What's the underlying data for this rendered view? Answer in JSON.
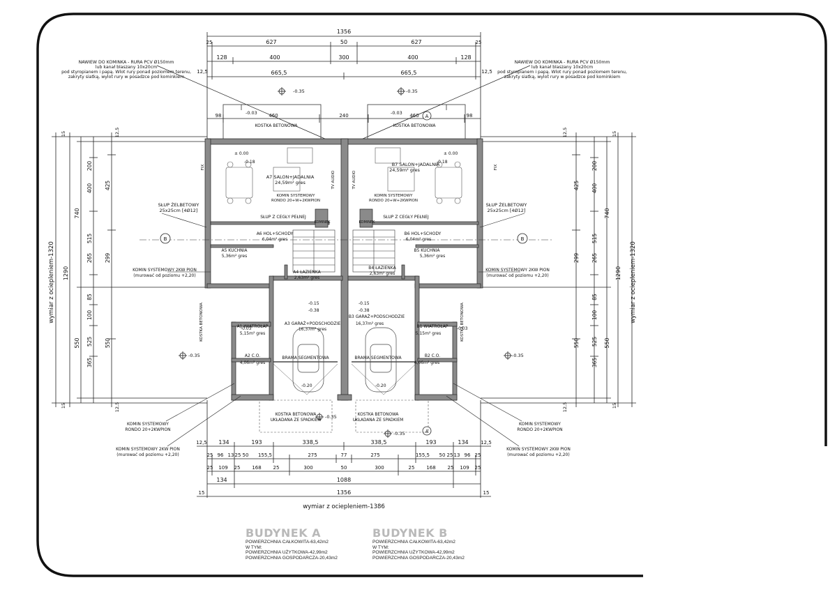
{
  "dimensions": {
    "total_width": "1356",
    "seg_627": "627",
    "seg_50": "50",
    "seg_25": "25",
    "seg_128": "128",
    "seg_400": "400",
    "seg_300": "300",
    "seg_12_5": "12,5",
    "seg_665_5": "665,5",
    "seg_98": "98",
    "seg_460": "460",
    "seg_240": "240",
    "seg_15": "15",
    "seg_200": "200",
    "seg_425": "425",
    "seg_740": "740",
    "seg_515": "515",
    "seg_265": "265",
    "seg_299": "299",
    "seg_1290": "1290",
    "seg_85": "85",
    "seg_100": "100",
    "seg_550": "550",
    "seg_525": "525",
    "seg_365": "365",
    "bottom_134": "134",
    "bottom_193": "193",
    "bottom_338_5": "338,5",
    "row2_96": "96",
    "row2_13": "13",
    "row2_155_5": "155,5",
    "row2_275": "275",
    "row2_77": "77",
    "row3_109": "109",
    "row3_168": "168",
    "row4_1088": "1088",
    "left_vertical_label": "wymiar z ociepleniem-1320",
    "right_vertical_label": "wymiar z ociepleniem-1320",
    "bottom_label": "wymiar z ociepleniem-1386"
  },
  "notes": {
    "nawiew_line1": "NAWIEW DO KOMINKA - RURA PCV Ø150mm",
    "nawiew_line2": "lub kanał blaszany 10x20cm",
    "nawiew_line3": "pod styropianem i papą. Wlot rury ponad poziomem terenu,",
    "nawiew_line4": "zakryty siatką, wylot rury w posadzce pod kominkiem",
    "kostka_betonowa": "KOSTKA BETONOWA",
    "kostka_ze_spadkiem_1": "KOSTKA BETONOWA",
    "kostka_ze_spadkiem_2": "UKŁADANA ZE SPADKIEM",
    "slup_zelbetowy": "SŁUP ŻELBETOWY",
    "slup_size": "25x25cm [4Ø12]",
    "slup_cegly": "SŁUP Z CEGŁY PEŁNEJ",
    "komin_2kw_1": "KOMIN SYSTEMOWY 2KW PION",
    "komin_2kw_2": "(murować od poziomu +2,20)",
    "komin_rondo_1": "KOMIN SYSTEMOWY",
    "komin_rondo_2": "RONDO 20+2KWPION",
    "komin_rondo_w1": "KOMIN SYSTEMOWY",
    "komin_rondo_w2": "RONDO 20+W+2KWPION",
    "kominek": "KOMINEK",
    "brama": "BRAMA SEGMENTOWA",
    "tv_audio": "TV AUDIO",
    "fix": "FIX"
  },
  "levels": {
    "m035": "-0.35",
    "m003": "-0.03",
    "p000": "± 0.00",
    "m018": "-0.18",
    "m015": "-0.15",
    "m038": "-0.38",
    "m020": "-0.20"
  },
  "rooms_a": {
    "a7_name": "A7 SALON+JADALNIA",
    "a7_area": "24,59m² gres",
    "a6_name": "A6 HOL+SCHODY",
    "a6_area": "6,04m² gres",
    "a5_name": "A5 KUCHNIA",
    "a5_area": "5,36m² gres",
    "a4_name": "A4 ŁAZIENKA",
    "a4_area": "2,63m² gres",
    "a3_name": "A3 GARAŻ+PODSCHODZIE",
    "a3_area": "16,37m² gres",
    "a1_name": "A1 WIATROŁAP",
    "a1_area": "5,15m² gres",
    "a2_name": "A2 C.O.",
    "a2_area": "4,06m² gres"
  },
  "rooms_b": {
    "b7_name": "B7 SALON+JADALNIA",
    "b7_area": "24,59m² gres",
    "b6_name": "B6 HOL+SCHODY",
    "b6_area": "6,04m² gres",
    "b5_name": "B5 KUCHNIA",
    "b5_area": "5,36m² gres",
    "b4_name": "B4 ŁAZIENKA",
    "b4_area": "2,63m² gres",
    "b3_name": "B3 GARAŻ+PODSCHODZIE",
    "b3_area": "16,37m² gres",
    "b1_name": "B1 WIATROŁAP",
    "b1_area": "5,15m² gres",
    "b2_name": "B2 C.O.",
    "b2_area": "4,06m² gres"
  },
  "axes": {
    "a": "A",
    "b": "B"
  },
  "summary_a": {
    "title": "BUDYNEK A",
    "l1": "POWIERZCHNIA CAŁKOWITA-63,42m2",
    "l2": "W TYM:",
    "l3": "POWIERZCHNIA UŻYTKOWA-42,99m2",
    "l4": "POWIERZCHNIA GOSPODARCZA-20,43m2"
  },
  "summary_b": {
    "title": "BUDYNEK B",
    "l1": "POWIERZCHNIA CAŁKOWITA-63,42m2",
    "l2": "W TYM:",
    "l3": "POWIERZCHNIA UŻYTKOWA-42,99m2",
    "l4": "POWIERZCHNIA GOSPODARCZA-20,43m2"
  }
}
